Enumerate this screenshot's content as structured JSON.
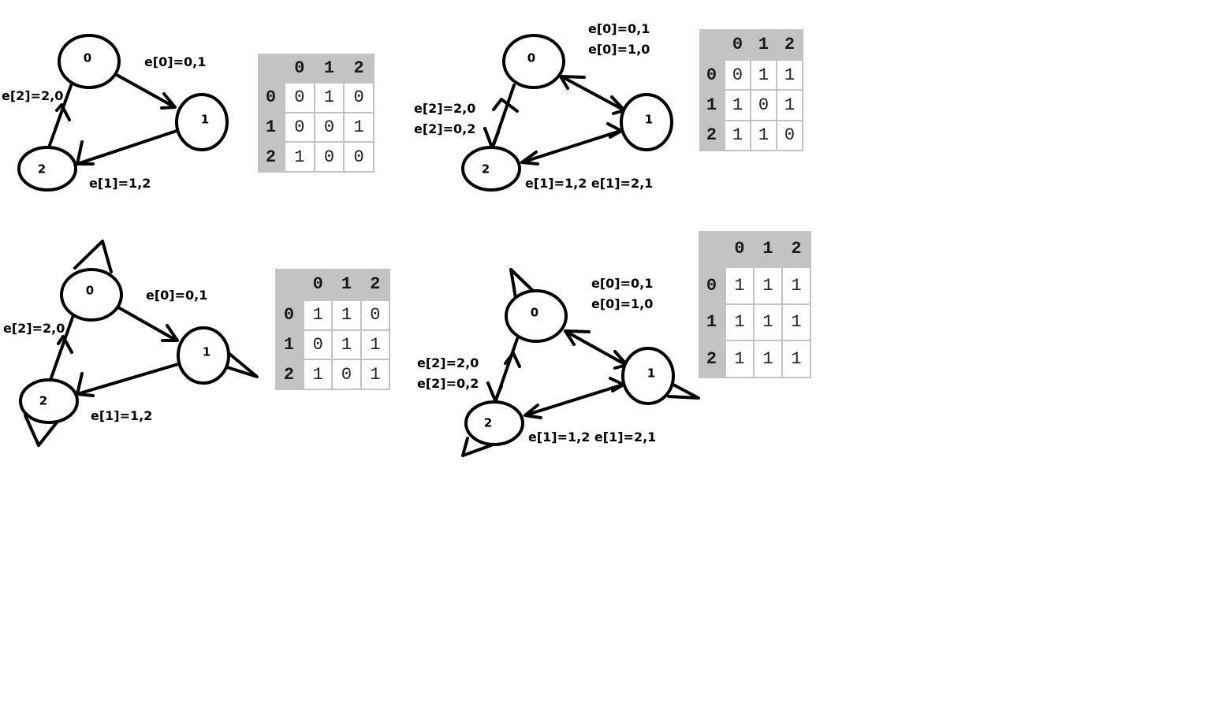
{
  "diagrams": [
    {
      "nodes": [
        "0",
        "1",
        "2"
      ],
      "edge_labels": [
        "e[0]=0,1",
        "e[1]=1,2",
        "e[2]=2,0"
      ],
      "matrix": {
        "headers": [
          "0",
          "1",
          "2"
        ],
        "rows": [
          {
            "label": "0",
            "values": [
              "0",
              "1",
              "0"
            ]
          },
          {
            "label": "1",
            "values": [
              "0",
              "0",
              "1"
            ]
          },
          {
            "label": "2",
            "values": [
              "1",
              "0",
              "0"
            ]
          }
        ]
      }
    },
    {
      "nodes": [
        "0",
        "1",
        "2"
      ],
      "edge_labels": [
        "e[0]=0,1",
        "e[0]=1,0",
        "e[2]=2,0",
        "e[2]=0,2",
        "e[1]=1,2 e[1]=2,1"
      ],
      "matrix": {
        "headers": [
          "0",
          "1",
          "2"
        ],
        "rows": [
          {
            "label": "0",
            "values": [
              "0",
              "1",
              "1"
            ]
          },
          {
            "label": "1",
            "values": [
              "1",
              "0",
              "1"
            ]
          },
          {
            "label": "2",
            "values": [
              "1",
              "1",
              "0"
            ]
          }
        ]
      }
    },
    {
      "nodes": [
        "0",
        "1",
        "2"
      ],
      "edge_labels": [
        "e[0]=0,1",
        "e[2]=2,0",
        "e[1]=1,2"
      ],
      "matrix": {
        "headers": [
          "0",
          "1",
          "2"
        ],
        "rows": [
          {
            "label": "0",
            "values": [
              "1",
              "1",
              "0"
            ]
          },
          {
            "label": "1",
            "values": [
              "0",
              "1",
              "1"
            ]
          },
          {
            "label": "2",
            "values": [
              "1",
              "0",
              "1"
            ]
          }
        ]
      }
    },
    {
      "nodes": [
        "0",
        "1",
        "2"
      ],
      "edge_labels": [
        "e[0]=0,1",
        "e[0]=1,0",
        "e[2]=2,0",
        "e[2]=0,2",
        "e[1]=1,2 e[1]=2,1"
      ],
      "matrix": {
        "headers": [
          "0",
          "1",
          "2"
        ],
        "rows": [
          {
            "label": "0",
            "values": [
              "1",
              "1",
              "1"
            ]
          },
          {
            "label": "1",
            "values": [
              "1",
              "1",
              "1"
            ]
          },
          {
            "label": "2",
            "values": [
              "1",
              "1",
              "1"
            ]
          }
        ]
      }
    }
  ]
}
